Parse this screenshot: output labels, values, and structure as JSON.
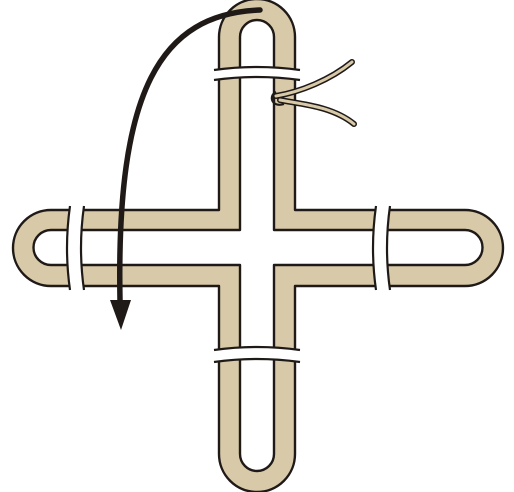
{
  "diagram": {
    "subject": "cross-knot-loop",
    "colors": {
      "cord_fill": "#d8c9a8",
      "cord_outline": "#1f1a17",
      "arrow": "#1f1a17",
      "background": "#ffffff"
    },
    "icons": [
      "downward-direction-arrow",
      "cord-break-mark",
      "cord-tail-ends"
    ]
  }
}
